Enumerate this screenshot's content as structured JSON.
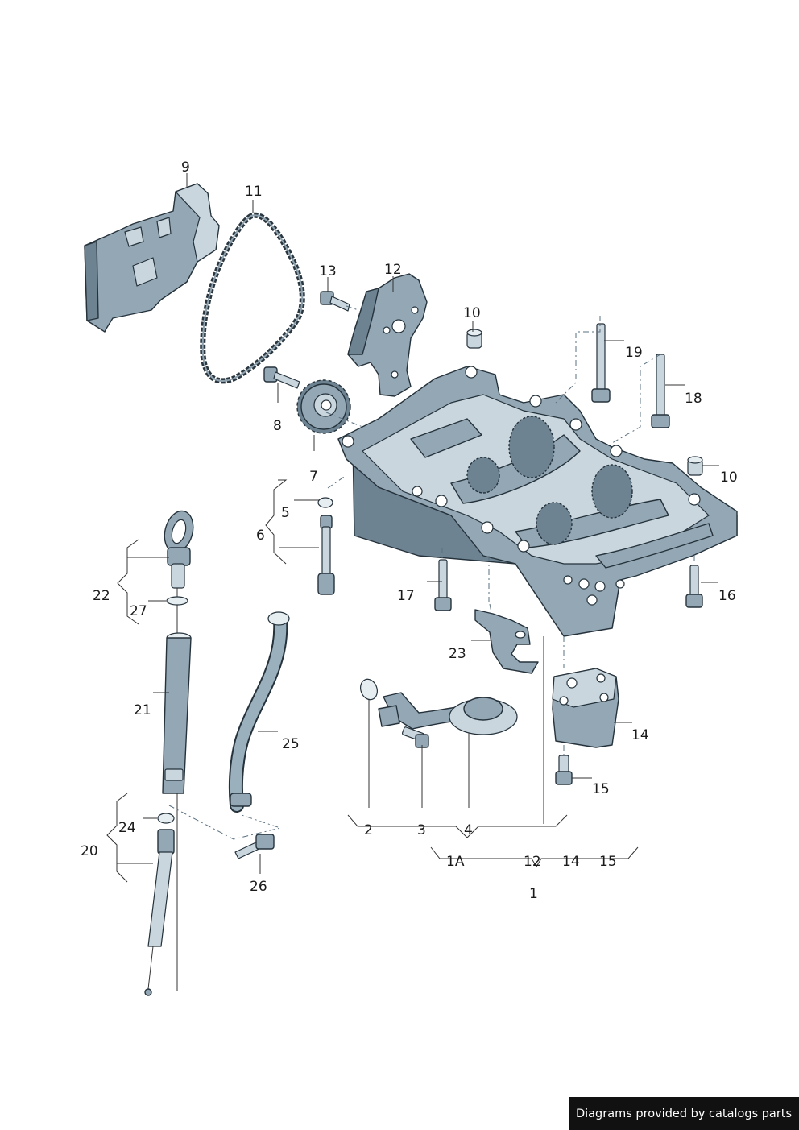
{
  "credit": "Diagrams provided by catalogs parts",
  "labels": {
    "l1": "1",
    "l1a": "1A",
    "l2": "2",
    "l3": "3",
    "l4": "4",
    "l5": "5",
    "l6": "6",
    "l7": "7",
    "l8": "8",
    "l9": "9",
    "l10a": "10",
    "l10b": "10",
    "l11": "11",
    "l12a": "12",
    "l12b": "12",
    "l13": "13",
    "l14a": "14",
    "l14b": "14",
    "l15a": "15",
    "l15b": "15",
    "l16": "16",
    "l17": "17",
    "l18": "18",
    "l19": "19",
    "l20": "20",
    "l21": "21",
    "l22": "22",
    "l23": "23",
    "l24": "24",
    "l25": "25",
    "l26": "26",
    "l27": "27"
  }
}
